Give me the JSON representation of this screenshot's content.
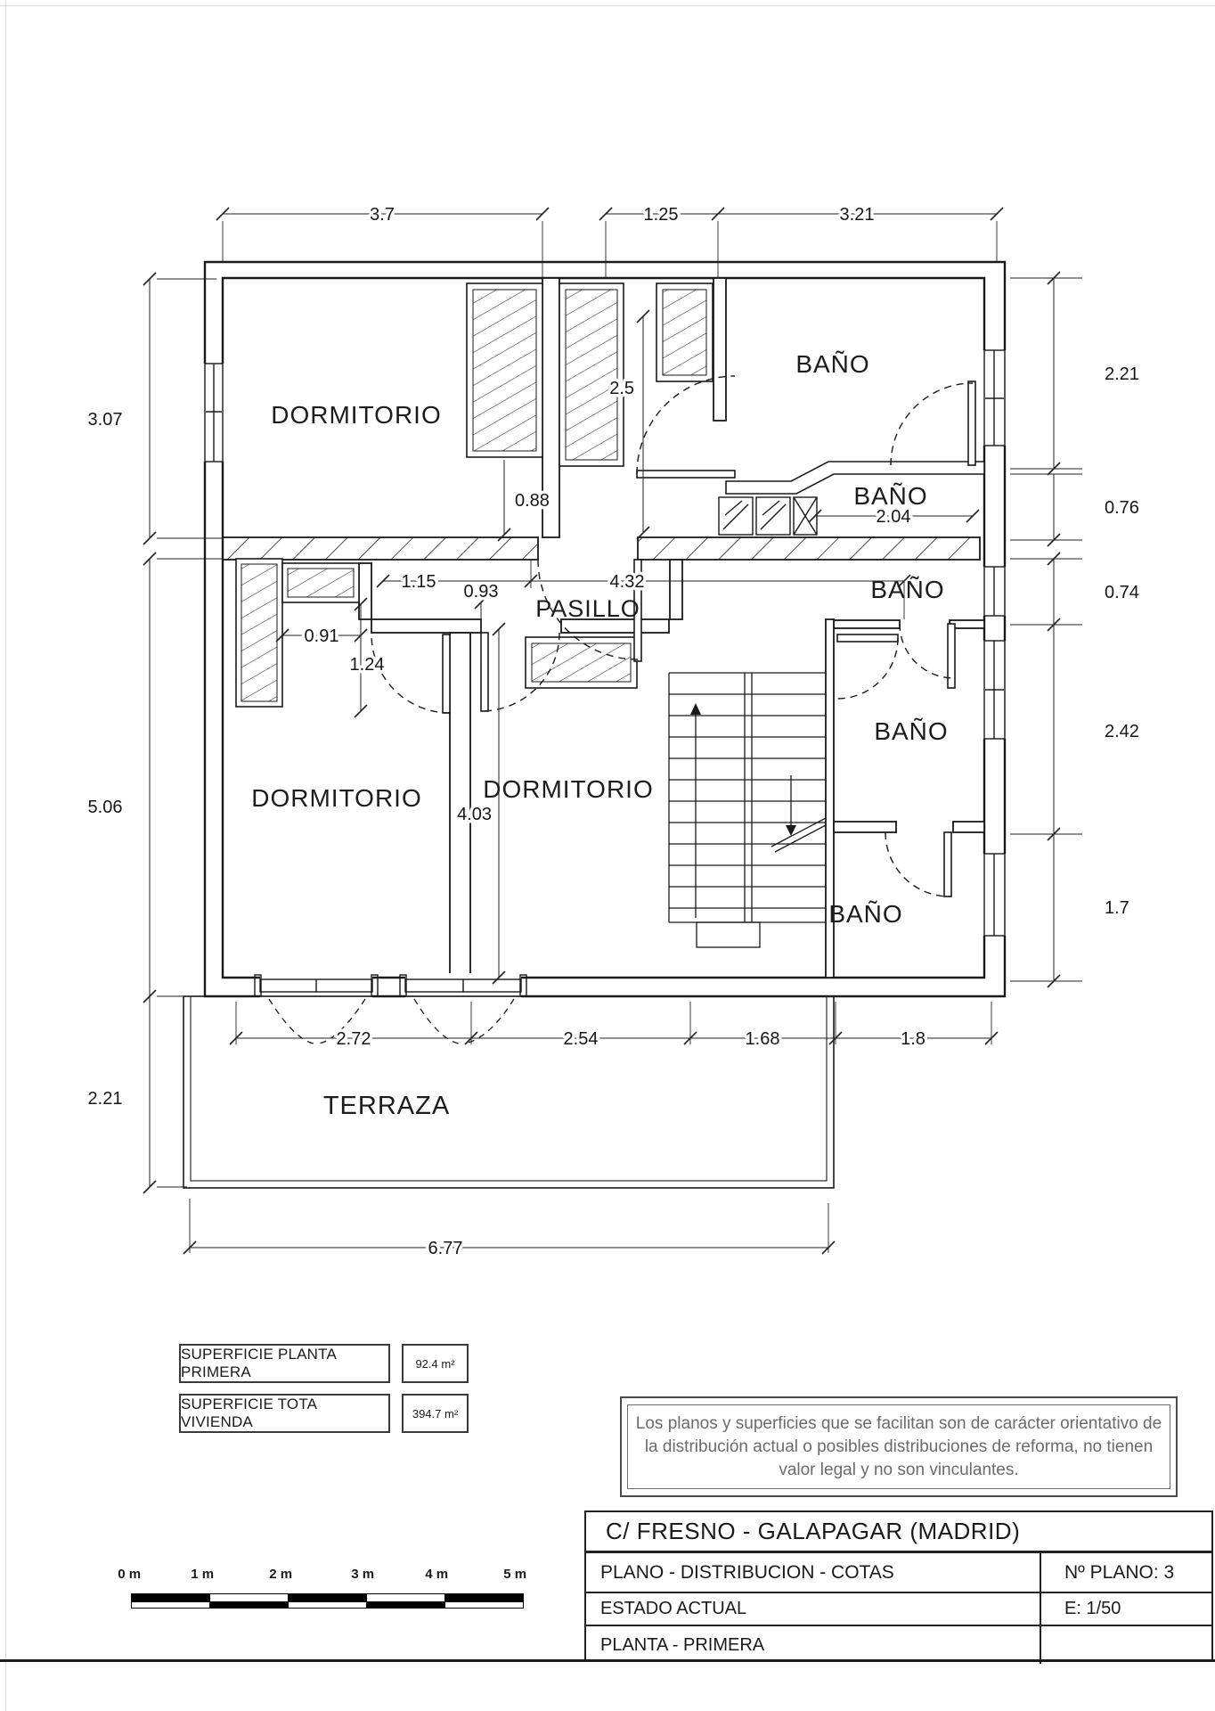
{
  "plan": {
    "rooms": {
      "bedroom1": "DORMITORIO",
      "bedroom2": "DORMITORIO",
      "bedroom3": "DORMITORIO",
      "bath1": "BAÑO",
      "bath2": "BAÑO",
      "bath3": "BAÑO",
      "bath4": "BAÑO",
      "bath5": "BAÑO",
      "hallway": "PASILLO",
      "terrace": "TERRAZA"
    },
    "dims": {
      "top": [
        "3.7",
        "1.25",
        "3.21"
      ],
      "left": [
        "3.07",
        "5.06",
        "2.21"
      ],
      "right": [
        "2.21",
        "0.76",
        "0.74",
        "2.42",
        "1.7"
      ],
      "bottom": [
        "2.72",
        "2.54",
        "1.68",
        "1.8"
      ],
      "terrace_width": "6.77",
      "hall_height": "2.5",
      "wardrobe_width": "0.88",
      "bath2_width": "2.04",
      "pasillo_seg": "1.15",
      "pasillo_jog": "0.93",
      "pasillo_length": "4.32",
      "nook_width": "0.91",
      "nook_depth": "1.24",
      "bedroom3_height": "4.03"
    }
  },
  "areas": {
    "row1_label": "SUPERFICIE PLANTA PRIMERA",
    "row1_value": "92.4 m²",
    "row2_label": "SUPERFICIE TOTA VIVIENDA",
    "row2_value": "394.7 m²"
  },
  "disclaimer": {
    "line1": "Los planos y superficies que se facilitan son de carácter orientativo de",
    "line2": "la distribución actual o posibles distribuciones de reforma, no tienen",
    "line3": "valor legal y no son vinculantes."
  },
  "title_block": {
    "address": "C/  FRESNO - GALAPAGAR   (MADRID)",
    "row2_left": "PLANO   -   DISTRIBUCION - COTAS",
    "row2_right": "Nº PLANO:  3",
    "row3_left": "ESTADO  ACTUAL",
    "row3_right": "E: 1/50",
    "row4_left": "PLANTA - PRIMERA"
  },
  "scale_bar": {
    "labels": [
      "0 m",
      "1 m",
      "2 m",
      "3 m",
      "4 m",
      "5 m"
    ]
  },
  "colors": {
    "line": "#1a1a1a",
    "disclaimer_text": "#6b6b6b"
  }
}
